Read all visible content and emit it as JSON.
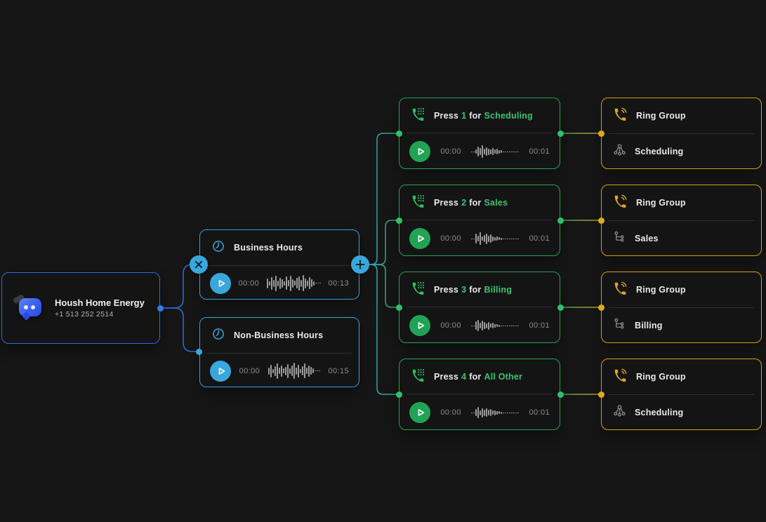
{
  "colors": {
    "background": "#161616",
    "accent_blue": "#3aa7dc",
    "root_blue": "#2a6be8",
    "green": "#27a15a",
    "green_text": "#3cc470",
    "yellow": "#d3a117"
  },
  "root_node": {
    "title": "Housh Home Energy",
    "phone": "+1 513 252 2514"
  },
  "hours_nodes": [
    {
      "title": "Business Hours",
      "start": "00:00",
      "end": "00:13",
      "waveform": [
        14,
        6,
        18,
        10,
        22,
        8,
        16,
        12,
        6,
        19,
        9,
        22,
        12,
        7,
        15,
        20,
        10,
        23,
        14,
        8,
        17,
        11,
        6,
        1,
        1,
        1
      ]
    },
    {
      "title": "Non-Business Hours",
      "start": "00:00",
      "end": "00:15",
      "waveform": [
        10,
        18,
        6,
        14,
        22,
        9,
        16,
        7,
        12,
        20,
        8,
        15,
        23,
        10,
        18,
        6,
        13,
        21,
        9,
        16,
        11,
        7,
        1,
        1,
        1
      ]
    }
  ],
  "menu_nodes": [
    {
      "press": "Press",
      "key": "1",
      "for": "for",
      "target": "Scheduling",
      "start": "00:00",
      "end": "00:01",
      "waveform": [
        1,
        1,
        6,
        14,
        10,
        18,
        8,
        12,
        9,
        7,
        10,
        6,
        8,
        5,
        4,
        1,
        1,
        1,
        1,
        1,
        1,
        1,
        1
      ]
    },
    {
      "press": "Press",
      "key": "2",
      "for": "for",
      "target": "Sales",
      "start": "00:00",
      "end": "00:01",
      "waveform": [
        1,
        1,
        14,
        8,
        18,
        6,
        10,
        15,
        9,
        12,
        7,
        5,
        6,
        4,
        3,
        1,
        1,
        1,
        1,
        1,
        1,
        1,
        1
      ]
    },
    {
      "press": "Press",
      "key": "3",
      "for": "for",
      "target": "Billing",
      "start": "00:00",
      "end": "00:01",
      "waveform": [
        1,
        1,
        12,
        16,
        8,
        14,
        10,
        7,
        11,
        6,
        8,
        5,
        4,
        3,
        1,
        1,
        1,
        1,
        1,
        1,
        1,
        1,
        1
      ]
    },
    {
      "press": "Press",
      "key": "4",
      "for": "for",
      "target": "All Other",
      "start": "00:00",
      "end": "00:01",
      "waveform": [
        1,
        1,
        10,
        16,
        7,
        13,
        9,
        12,
        8,
        10,
        6,
        7,
        5,
        4,
        3,
        1,
        1,
        1,
        1,
        1,
        1,
        1,
        1
      ]
    }
  ],
  "ring_groups": [
    {
      "title": "Ring Group",
      "target": "Scheduling",
      "icon": "members-icon"
    },
    {
      "title": "Ring Group",
      "target": "Sales",
      "icon": "tree-icon"
    },
    {
      "title": "Ring Group",
      "target": "Billing",
      "icon": "tree-icon"
    },
    {
      "title": "Ring Group",
      "target": "Scheduling",
      "icon": "members-icon"
    }
  ]
}
